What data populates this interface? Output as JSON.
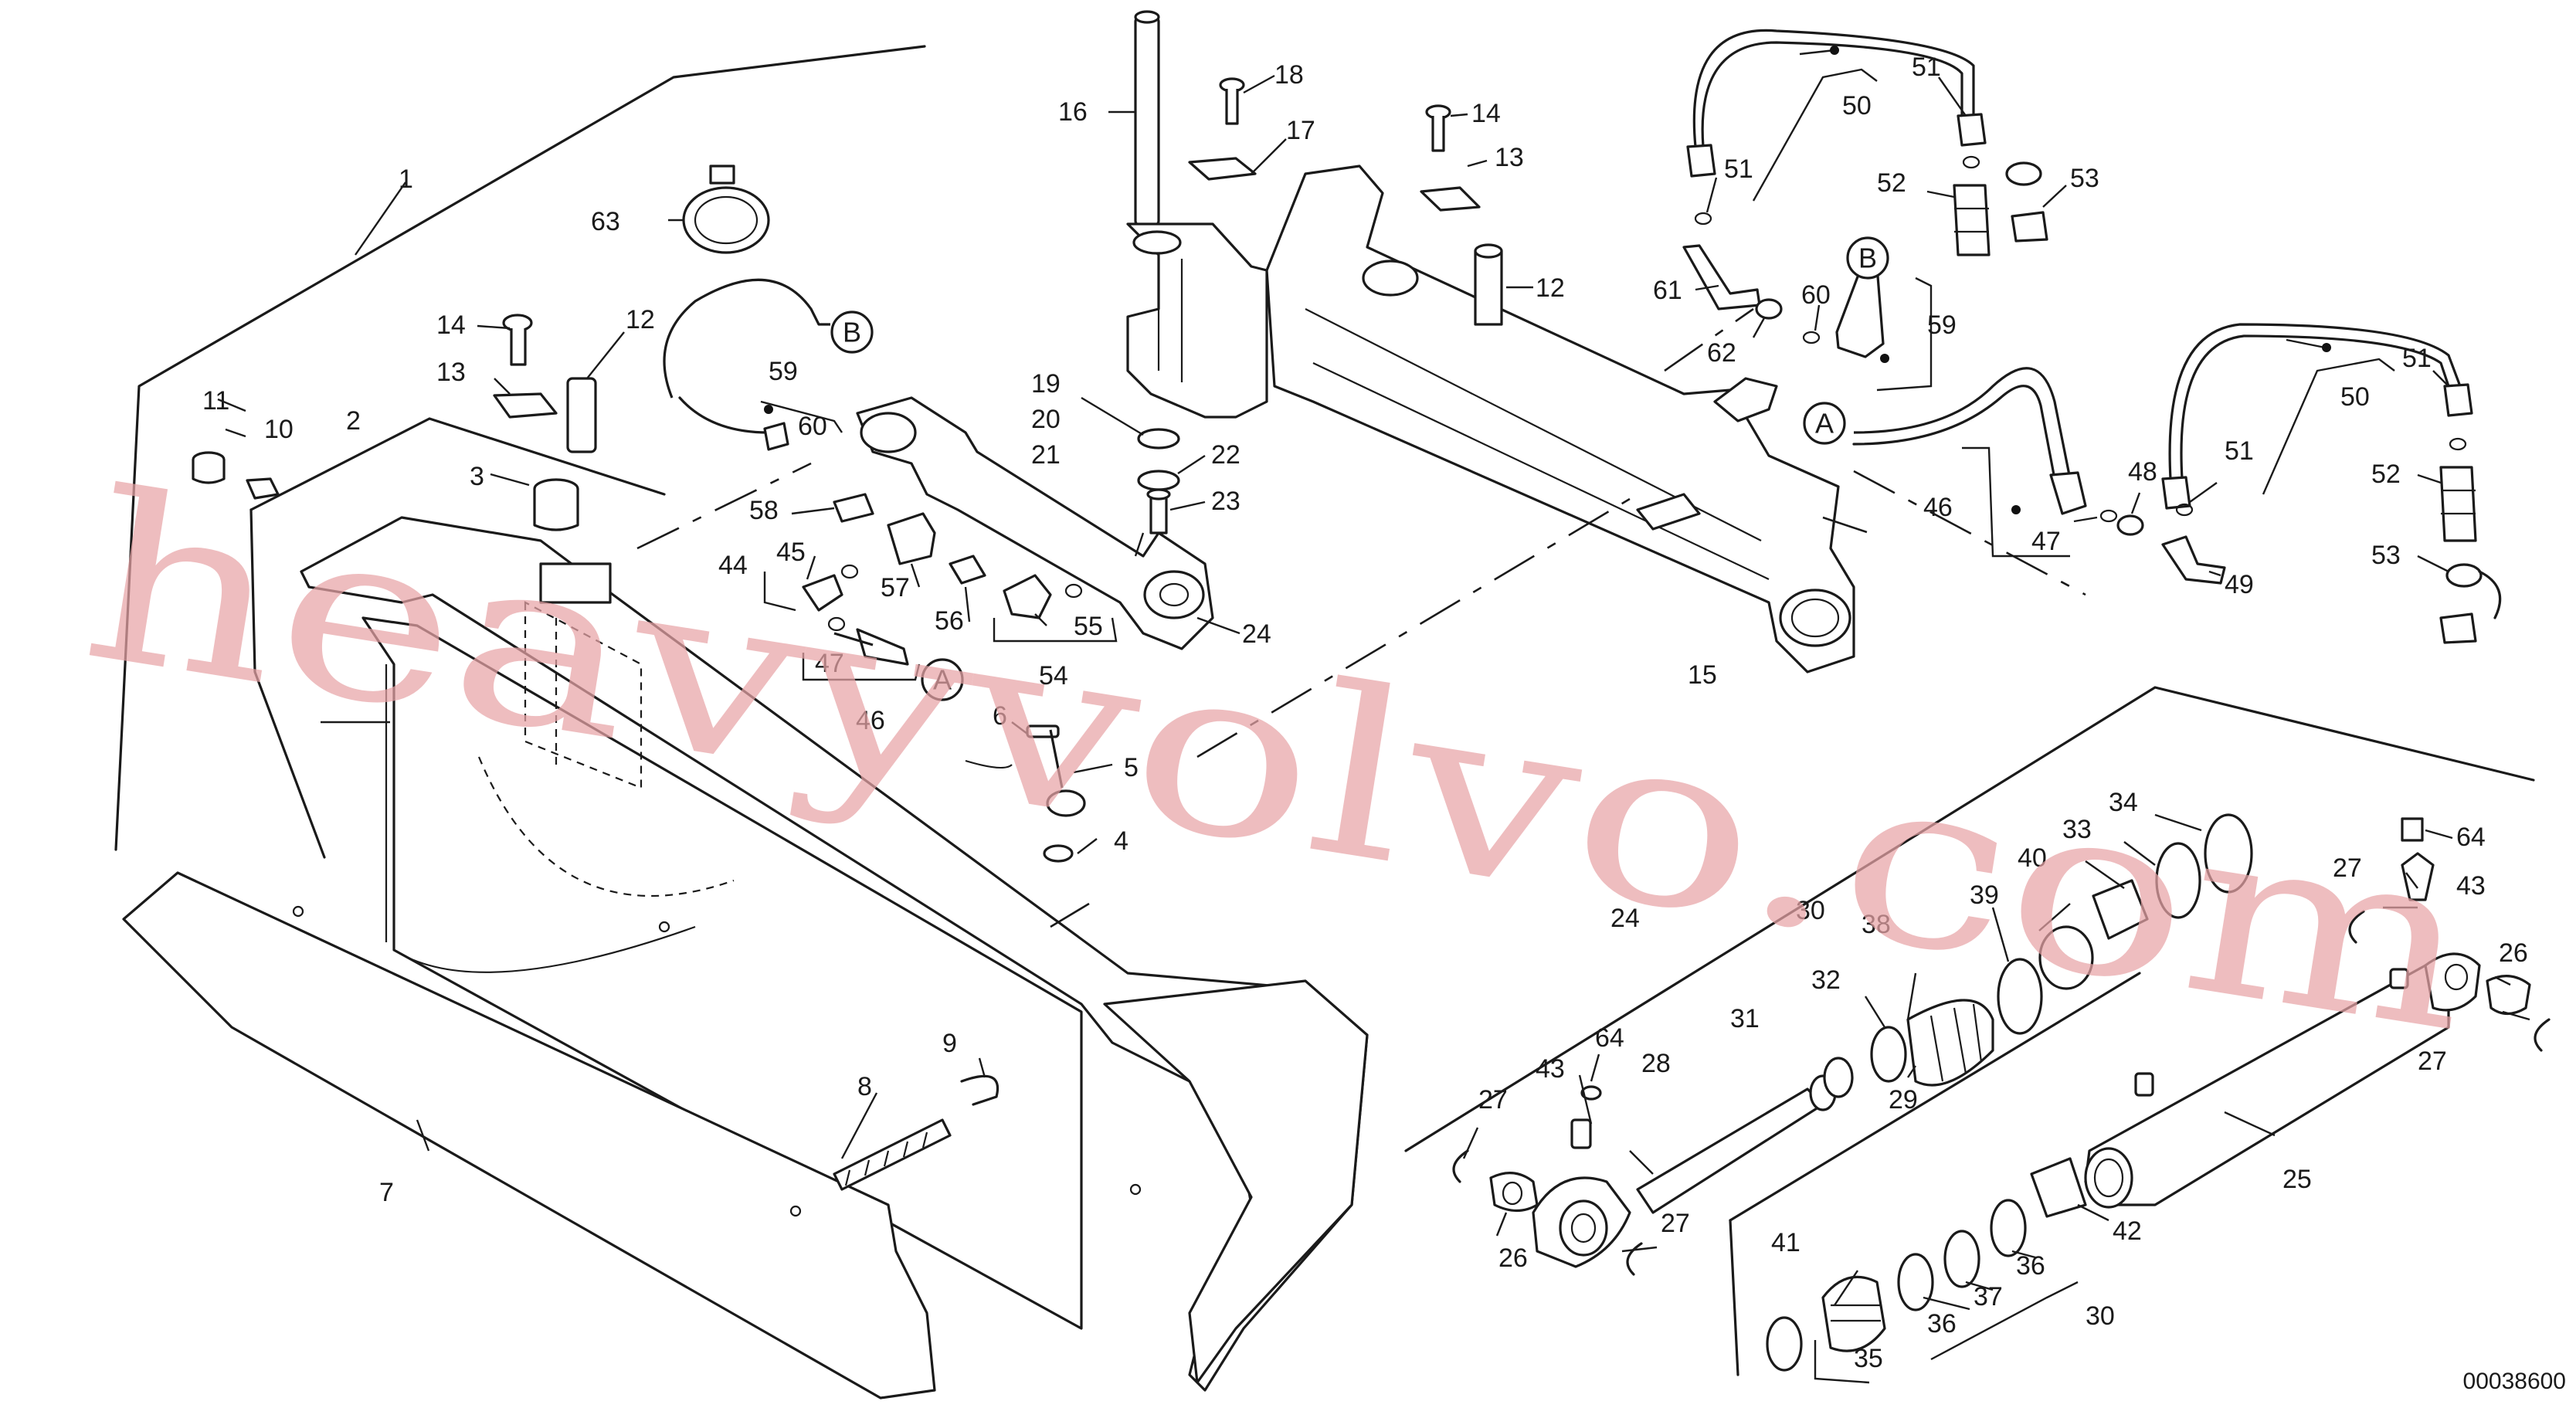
{
  "drawing": {
    "document_number": "00038600",
    "watermark": "heavyvolvo.com",
    "reference_markers": [
      "A",
      "B"
    ],
    "callouts": [
      "1",
      "2",
      "3",
      "4",
      "5",
      "6",
      "7",
      "8",
      "9",
      "10",
      "11",
      "12",
      "13",
      "14",
      "15",
      "16",
      "17",
      "18",
      "19",
      "20",
      "21",
      "22",
      "23",
      "24",
      "25",
      "26",
      "27",
      "28",
      "29",
      "30",
      "31",
      "32",
      "33",
      "34",
      "35",
      "36",
      "37",
      "38",
      "39",
      "40",
      "41",
      "42",
      "43",
      "44",
      "45",
      "46",
      "47",
      "48",
      "49",
      "50",
      "51",
      "52",
      "53",
      "54",
      "55",
      "56",
      "57",
      "58",
      "59",
      "60",
      "61",
      "62",
      "63",
      "64"
    ]
  }
}
